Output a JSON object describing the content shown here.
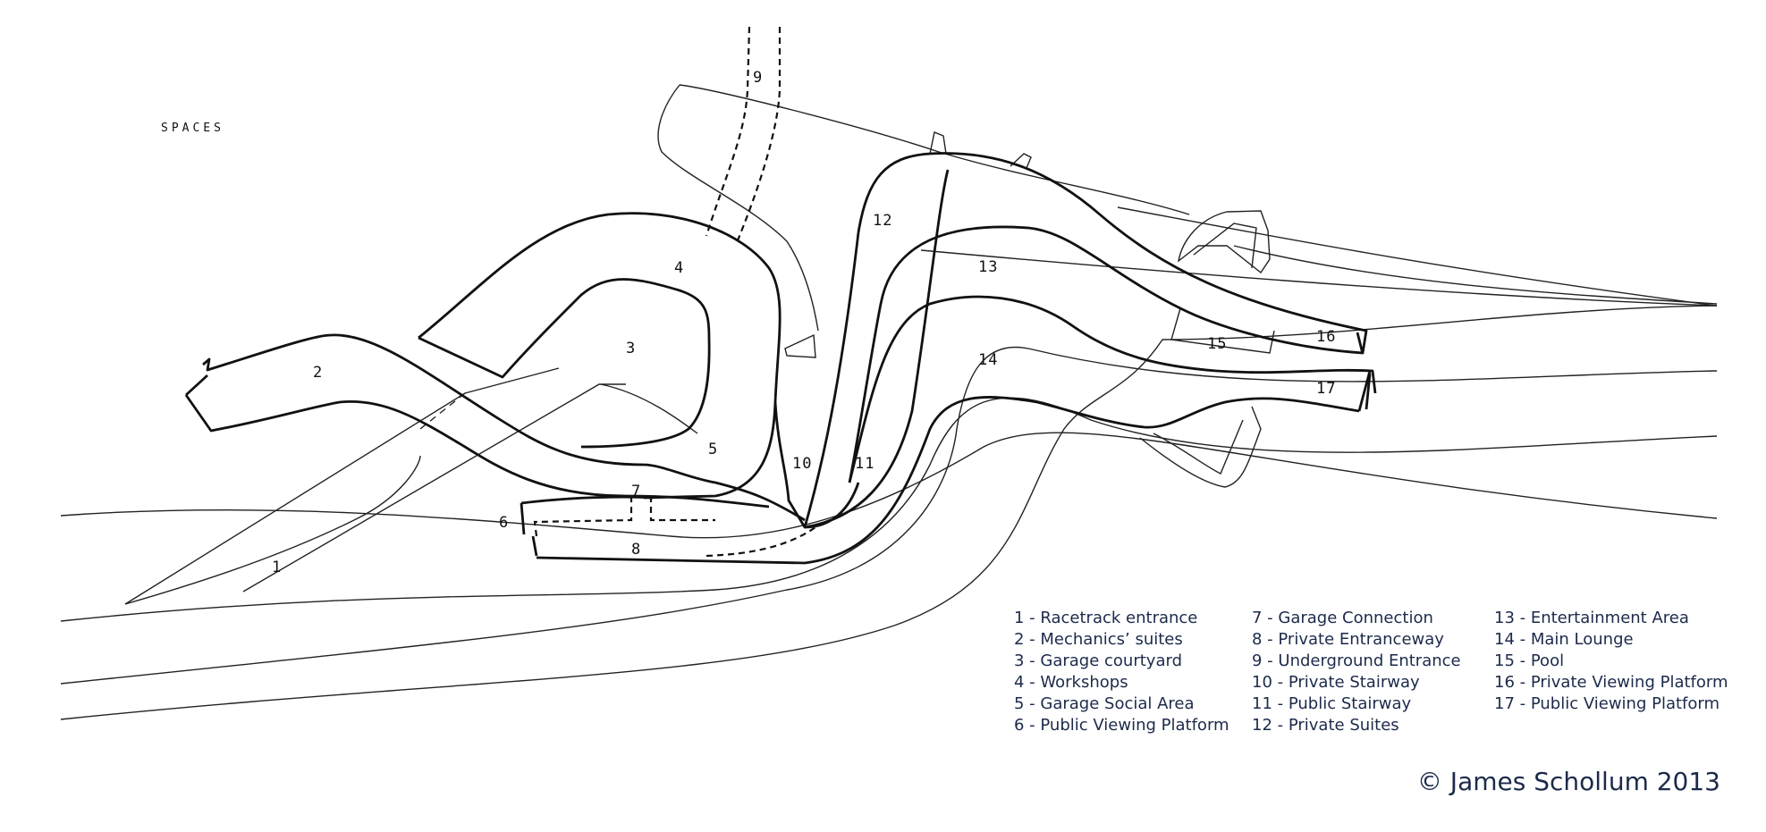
{
  "heading": "SPACES",
  "plan_labels": [
    "1",
    "2",
    "3",
    "4",
    "5",
    "6",
    "7",
    "8",
    "9",
    "10",
    "11",
    "12",
    "13",
    "14",
    "15",
    "16",
    "17"
  ],
  "legend": {
    "column_1": [
      "1 - Racetrack entrance",
      "2 - Mechanics’ suites",
      "3 - Garage courtyard",
      "4 - Workshops",
      "5 - Garage Social Area",
      "6 - Public Viewing Platform"
    ],
    "column_2": [
      "7 - Garage Connection",
      "8 - Private Entranceway",
      "9 - Underground Entrance",
      "10 - Private Stairway",
      "11 - Public Stairway",
      "12 - Private Suites"
    ],
    "column_3": [
      "13 - Entertainment Area",
      "14 - Main Lounge",
      "15 - Pool",
      "16 - Private Viewing Platform",
      "17 - Public Viewing Platform"
    ]
  },
  "credit": "© James Schollum 2013",
  "colors": {
    "line": "#111111",
    "legend_text": "#1c2a4a",
    "background": "#ffffff"
  }
}
